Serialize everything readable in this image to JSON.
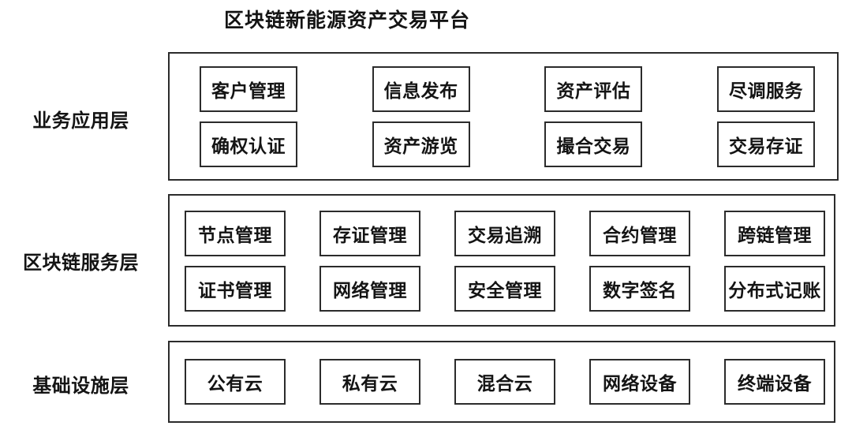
{
  "title": "区块链新能源资产交易平台",
  "layers": [
    {
      "id": "layer-1",
      "label": "业务应用层",
      "columns": [
        {
          "cells": [
            "客户管理",
            "确权认证"
          ]
        },
        {
          "cells": [
            "信息发布",
            "资产游览"
          ]
        },
        {
          "cells": [
            "资产评估",
            "撮合交易"
          ]
        },
        {
          "cells": [
            "尽调服务",
            "交易存证"
          ]
        }
      ]
    },
    {
      "id": "layer-2",
      "label": "区块链服务层",
      "columns": [
        {
          "cells": [
            "节点管理",
            "证书管理"
          ]
        },
        {
          "cells": [
            "存证管理",
            "网络管理"
          ]
        },
        {
          "cells": [
            "交易追溯",
            "安全管理"
          ]
        },
        {
          "cells": [
            "合约管理",
            "数字签名"
          ]
        },
        {
          "cells": [
            "跨链管理",
            "分布式记账"
          ]
        }
      ]
    },
    {
      "id": "layer-3",
      "label": "基础设施层",
      "columns": [
        {
          "cells": [
            "公有云"
          ]
        },
        {
          "cells": [
            "私有云"
          ]
        },
        {
          "cells": [
            "混合云"
          ]
        },
        {
          "cells": [
            "网络设备"
          ]
        },
        {
          "cells": [
            "终端设备"
          ]
        }
      ]
    }
  ],
  "colors": {
    "background": "#ffffff",
    "border": "#2b2b2b",
    "text": "#141414"
  }
}
